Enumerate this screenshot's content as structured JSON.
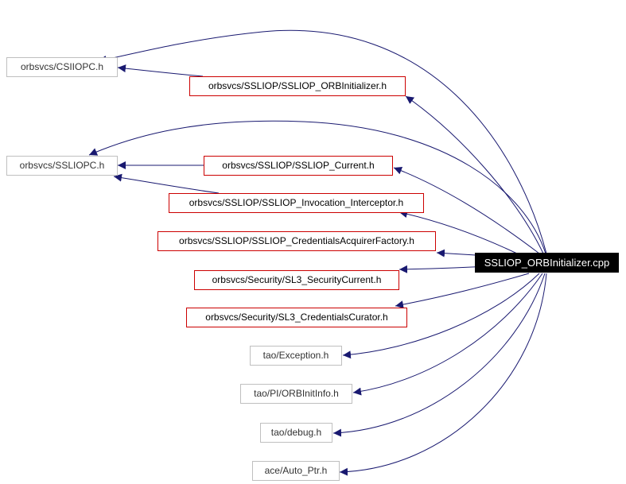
{
  "graph": {
    "edge_color": "#191970",
    "root": {
      "label": "SSLIOP_ORBInitializer.cpp",
      "fill": "#000000",
      "text_color": "#ffffff"
    },
    "nodes": {
      "csiiopc": {
        "label": "orbsvcs/CSIIOPC.h",
        "border": "#bfbfbf"
      },
      "orbinit_h": {
        "label": "orbsvcs/SSLIOP/SSLIOP_ORBInitializer.h",
        "border": "#cc0000"
      },
      "ssliopc": {
        "label": "orbsvcs/SSLIOPC.h",
        "border": "#bfbfbf"
      },
      "current_h": {
        "label": "orbsvcs/SSLIOP/SSLIOP_Current.h",
        "border": "#cc0000"
      },
      "invocation_h": {
        "label": "orbsvcs/SSLIOP/SSLIOP_Invocation_Interceptor.h",
        "border": "#cc0000"
      },
      "credfactory_h": {
        "label": "orbsvcs/SSLIOP/SSLIOP_CredentialsAcquirerFactory.h",
        "border": "#cc0000"
      },
      "sl3current_h": {
        "label": "orbsvcs/Security/SL3_SecurityCurrent.h",
        "border": "#cc0000"
      },
      "sl3curator_h": {
        "label": "orbsvcs/Security/SL3_CredentialsCurator.h",
        "border": "#cc0000"
      },
      "exception_h": {
        "label": "tao/Exception.h",
        "border": "#bfbfbf"
      },
      "orbinitinfo_h": {
        "label": "tao/PI/ORBInitInfo.h",
        "border": "#bfbfbf"
      },
      "debug_h": {
        "label": "tao/debug.h",
        "border": "#bfbfbf"
      },
      "autoptr_h": {
        "label": "ace/Auto_Ptr.h",
        "border": "#bfbfbf"
      }
    }
  }
}
